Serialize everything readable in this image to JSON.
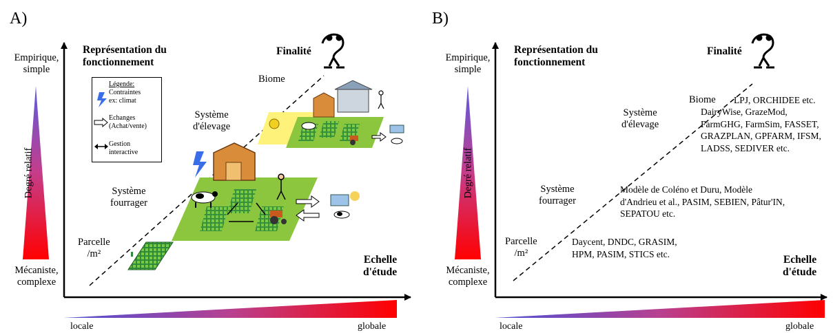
{
  "panel_a": {
    "label": "A)",
    "y_top": [
      "Empirique,",
      "simple"
    ],
    "y_bottom": [
      "Mécaniste,",
      "complexe"
    ],
    "y_axis_label": "Degré relatif",
    "axis_title_y": [
      "Représentation du",
      "fonctionnement"
    ],
    "axis_title_x": [
      "Echelle",
      "d'étude"
    ],
    "finalite": "Finalité",
    "x_left": "locale",
    "x_right": "globale",
    "levels": {
      "biome": "Biome",
      "elevage": [
        "Système",
        "d'élevage"
      ],
      "fourrager": [
        "Système",
        "fourrager"
      ],
      "parcelle": [
        "Parcelle",
        "/m²"
      ]
    },
    "legend": {
      "title": "Légende:",
      "items": [
        {
          "icon": "lightning-icon",
          "lines": [
            "Contraintes",
            "ex: climat"
          ]
        },
        {
          "icon": "hollow-arrow-icon",
          "lines": [
            "Echanges",
            "(Achat/vente)"
          ]
        },
        {
          "icon": "double-arrow-icon",
          "lines": [
            "Gestion",
            "interactive"
          ]
        }
      ]
    }
  },
  "panel_b": {
    "label": "B)",
    "y_top": [
      "Empirique,",
      "simple"
    ],
    "y_bottom": [
      "Mécaniste,",
      "complexe"
    ],
    "y_axis_label": "Degré relatif",
    "axis_title_y": [
      "Représentation du",
      "fonctionnement"
    ],
    "axis_title_x": [
      "Echelle",
      "d'étude"
    ],
    "finalite": "Finalité",
    "x_left": "locale",
    "x_right": "globale",
    "levels": {
      "biome": "Biome",
      "elevage": [
        "Système",
        "d'élevage"
      ],
      "fourrager": [
        "Système",
        "fourrager"
      ],
      "parcelle": [
        "Parcelle",
        "/m²"
      ]
    },
    "models": {
      "biome": [
        "LPJ, ORCHIDEE etc."
      ],
      "elevage": [
        "DairyWise, GrazeMod,",
        "FarmGHG, FarmSim, FASSET,",
        "GRAZPLAN, GPFARM, IFSM,",
        "LADSS, SEDIVER etc."
      ],
      "fourrager": [
        "Modèle de Coléno et Duru, Modèle",
        "d'Andrieu et al., PASIM, SEBIEN, Pâtur'IN,",
        "SEPATOU etc."
      ],
      "parcelle": [
        "Daycent, DNDC, GRASIM,",
        "HPM, PASIM, STICS etc."
      ]
    }
  },
  "colors": {
    "gradient_top": "#6a5acd",
    "gradient_bottom": "#ff0000",
    "field": "#8cc63f",
    "yellow_field": "#fff27a"
  }
}
